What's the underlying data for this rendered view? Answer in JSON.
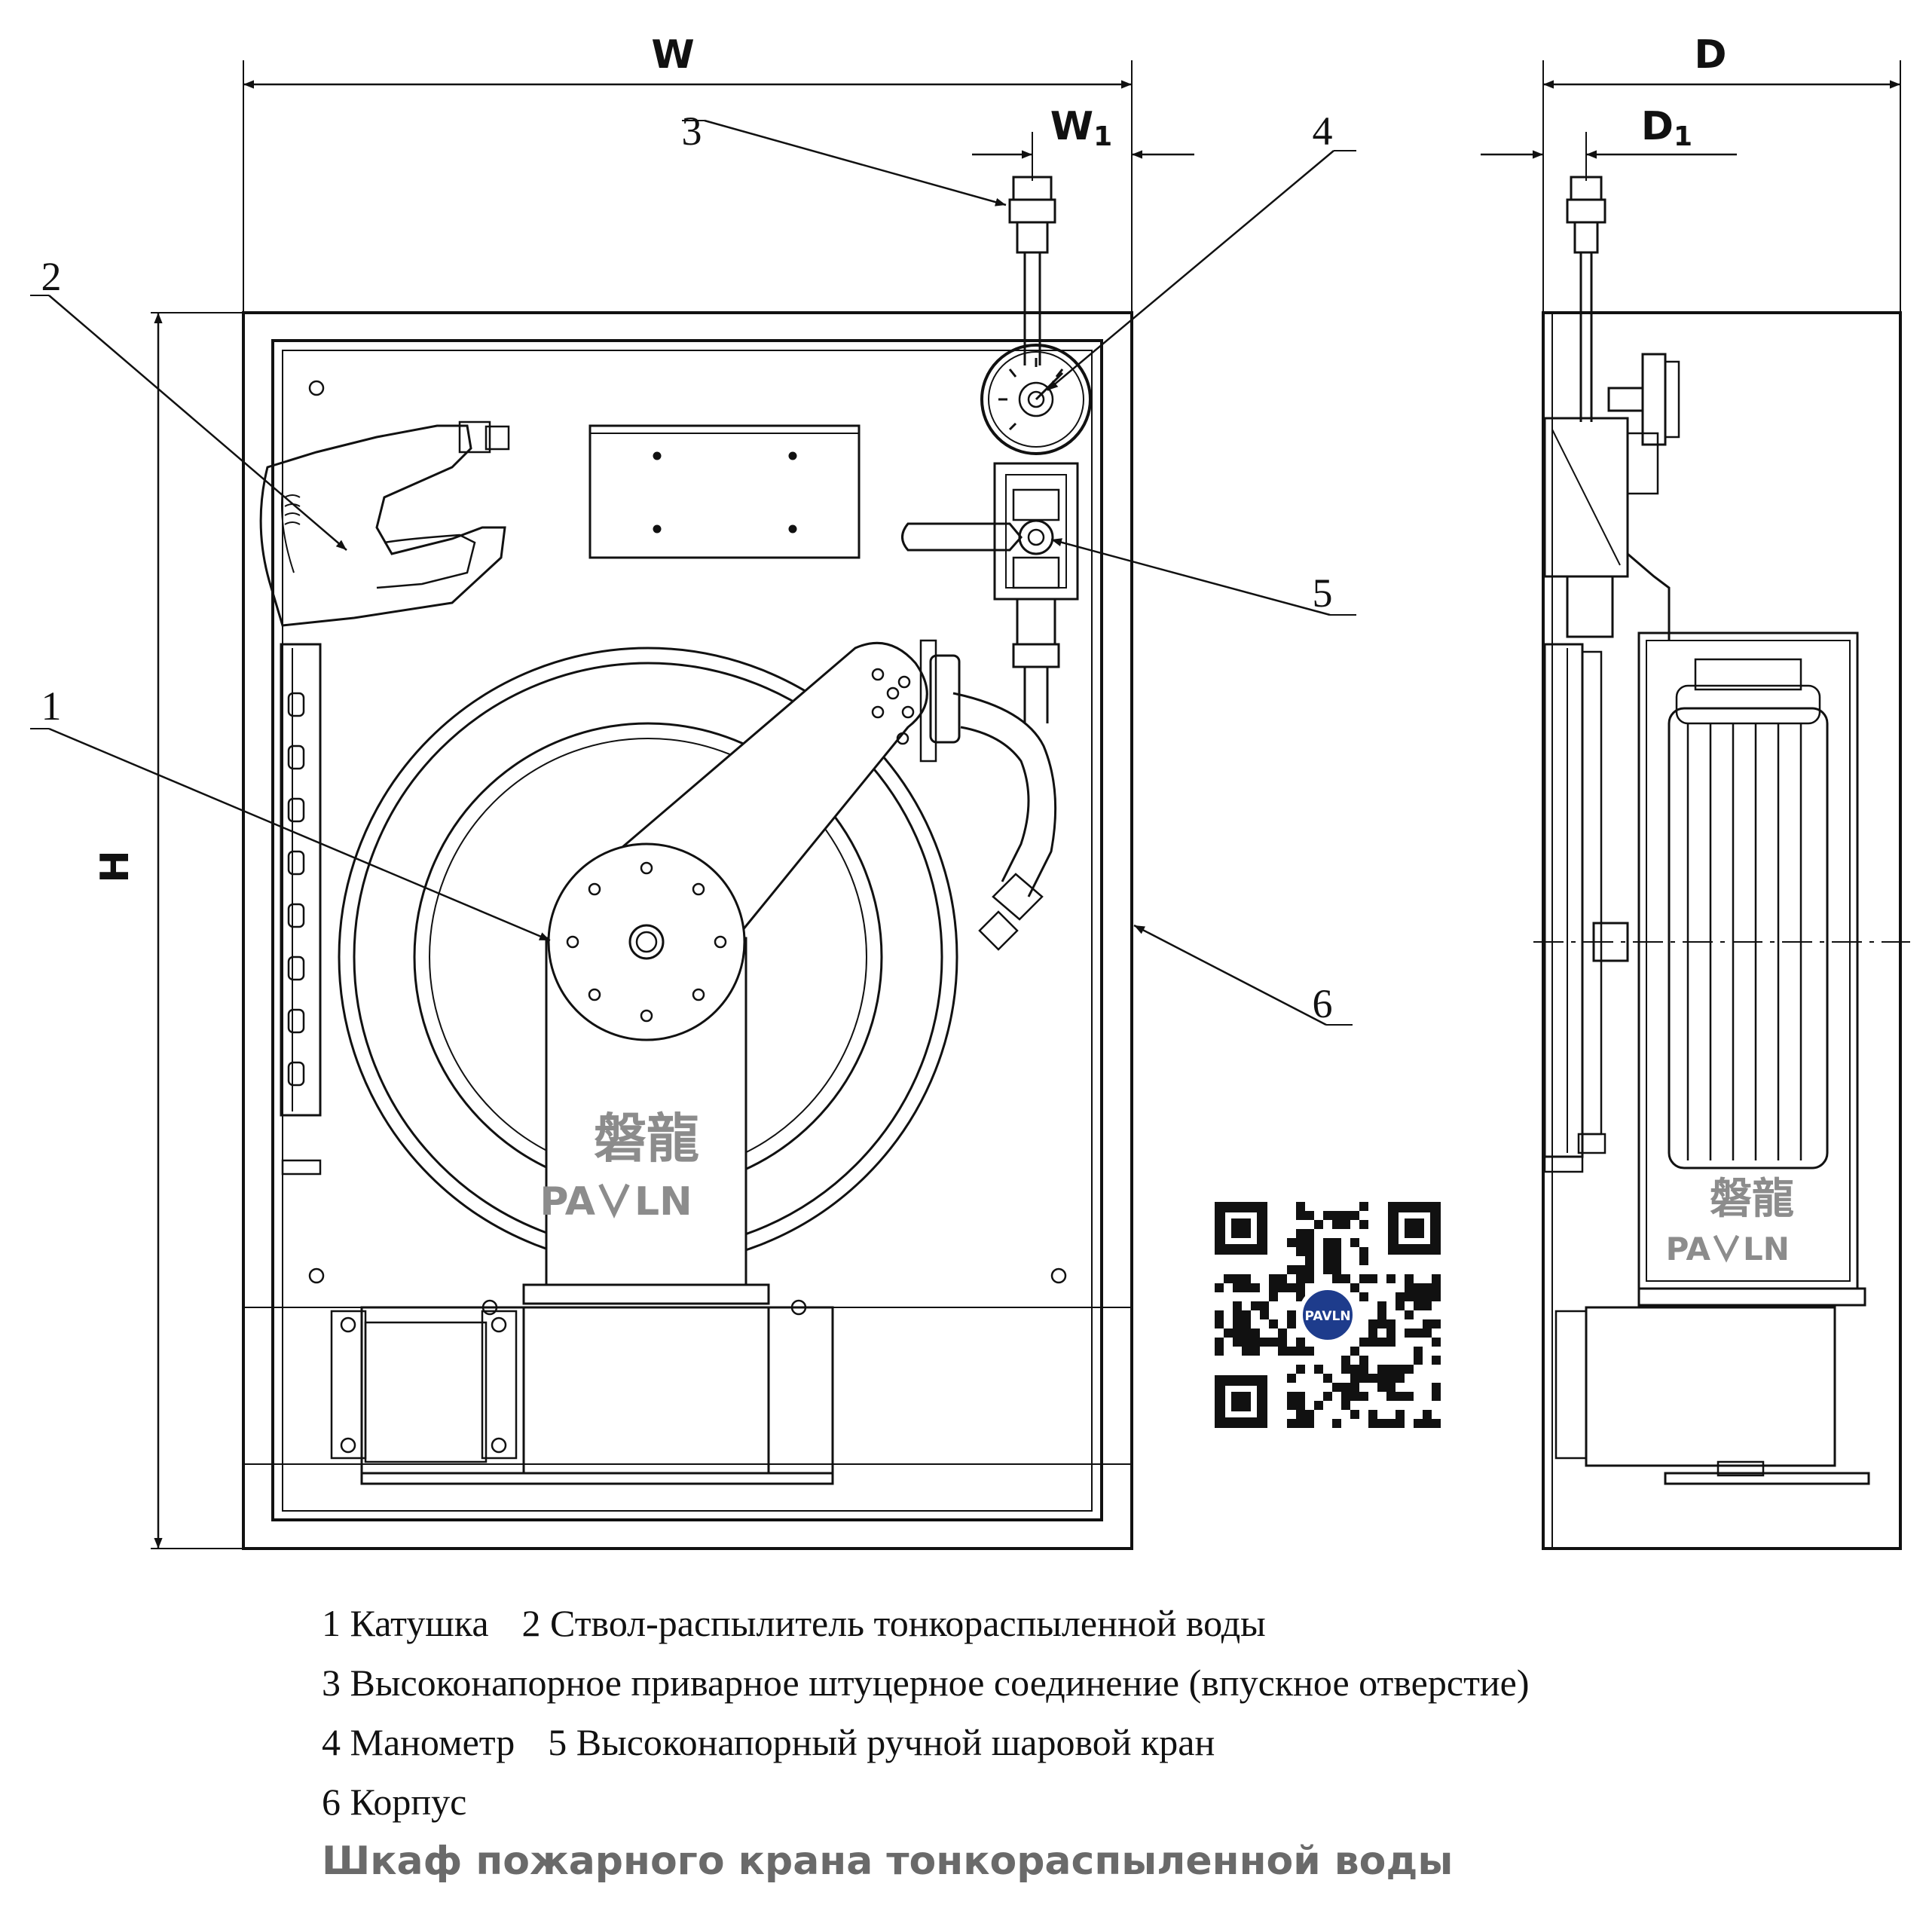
{
  "dimensions": {
    "width": "W",
    "width_sub_letter": "W",
    "width_sub_index": "1",
    "height": "H",
    "depth": "D",
    "depth_sub_letter": "D",
    "depth_sub_index": "1"
  },
  "callouts": [
    "1",
    "2",
    "3",
    "4",
    "5",
    "6"
  ],
  "brand": {
    "chinese": "磐龍",
    "latin_left": "PA",
    "latin_right": "LN",
    "qr_badge": "PAVLN"
  },
  "legend": {
    "row1": [
      "1 Катушка",
      "2 Ствол-распылитель тонкораспыленной воды"
    ],
    "row2": [
      "3 Высоконапорное приварное штуцерное соединение (впускное отверстие)"
    ],
    "row3": [
      "4 Манометр",
      "5 Высоконапорный ручной шаровой кран"
    ],
    "row4": [
      "6 Корпус"
    ]
  },
  "caption": "Шкаф пожарного крана тонкораспыленной воды"
}
